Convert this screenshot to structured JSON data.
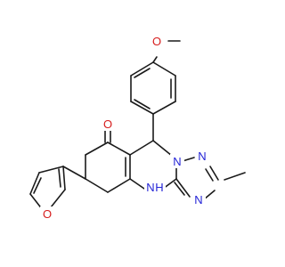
{
  "molecule": {
    "atoms": {
      "ether_o": {
        "symbol": "O",
        "color": "#d61c1c"
      },
      "ketone_o": {
        "symbol": "O",
        "color": "#d61c1c"
      },
      "furan_o": {
        "symbol": "O",
        "color": "#d61c1c"
      },
      "n_bridge": {
        "symbol": "N",
        "color": "#2323d6"
      },
      "n_top": {
        "symbol": "N",
        "color": "#2323d6"
      },
      "n_right": {
        "symbol": "N",
        "color": "#2323d6"
      },
      "nh_n": {
        "symbol": "N",
        "color": "#2323d6"
      },
      "nh_h": {
        "symbol": "H",
        "color": "#2323d6"
      }
    },
    "bond_color": "#1a1a1a"
  }
}
